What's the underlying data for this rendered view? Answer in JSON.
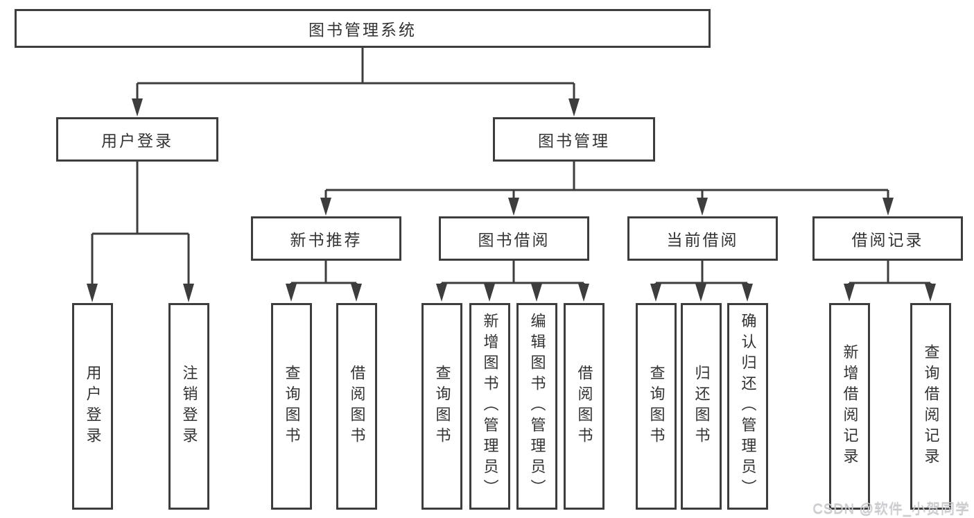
{
  "tree": {
    "root": {
      "label": "图书管理系统"
    },
    "user_login": {
      "label": "用户登录",
      "children": [
        {
          "label": "用户登录"
        },
        {
          "label": "注销登录"
        }
      ]
    },
    "book_management": {
      "label": "图书管理",
      "children": [
        {
          "label": "新书推荐",
          "children": [
            {
              "label": "查询图书"
            },
            {
              "label": "借阅图书"
            }
          ]
        },
        {
          "label": "图书借阅",
          "children": [
            {
              "label": "查询图书"
            },
            {
              "label": "新增图书（管理员）"
            },
            {
              "label": "编辑图书（管理员）"
            },
            {
              "label": "借阅图书"
            }
          ]
        },
        {
          "label": "当前借阅",
          "children": [
            {
              "label": "查询图书"
            },
            {
              "label": "归还图书"
            },
            {
              "label": "确认归还（管理员）"
            }
          ]
        },
        {
          "label": "借阅记录",
          "children": [
            {
              "label": "新增借阅记录"
            },
            {
              "label": "查询借阅记录"
            }
          ]
        }
      ]
    }
  },
  "watermark": "CSDN @软件_小贺同学",
  "colors": {
    "line": "#3d3d3d",
    "text": "#333333",
    "box_fill": "#ffffff",
    "background": "#ffffff",
    "watermark": "#cdced2"
  }
}
